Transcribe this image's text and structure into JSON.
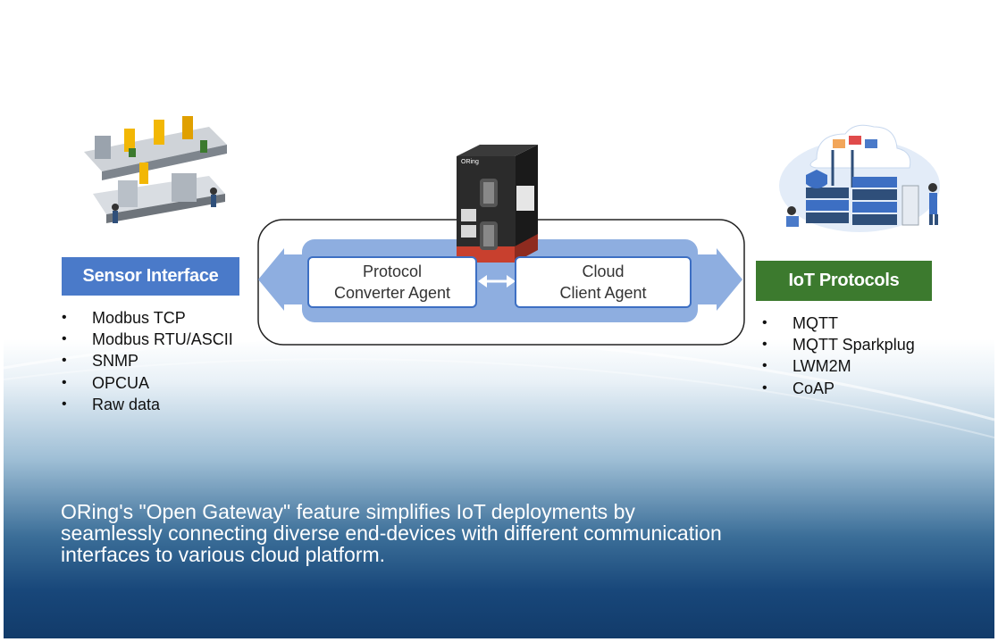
{
  "sensor_interface": {
    "title": "Sensor Interface",
    "items": [
      "Modbus TCP",
      "Modbus RTU/ASCII",
      "SNMP",
      "OPCUA",
      "Raw data"
    ]
  },
  "iot_protocols": {
    "title": "IoT Protocols",
    "items": [
      "MQTT",
      "MQTT Sparkplug",
      "LWM2M",
      "CoAP"
    ]
  },
  "agents": {
    "protocol_converter": [
      "Protocol",
      "Converter Agent"
    ],
    "cloud_client": [
      "Cloud",
      "Client Agent"
    ]
  },
  "device": {
    "brand_label": "ORing"
  },
  "caption": {
    "lines": [
      "ORing's \"Open Gateway\" feature simplifies IoT deployments by",
      "seamlessly connecting diverse end-devices with different communication",
      "interfaces to various cloud platform."
    ]
  },
  "colors": {
    "sensor_box": "#4a7ac9",
    "iot_box": "#3c7a2e",
    "flow_band": "#8eaee0",
    "agent_border": "#3d6fc3",
    "background_dark": "#123b6a"
  },
  "icons": [
    "factory-production-line-illustration",
    "industrial-gateway-device",
    "cloud-servers-illustration",
    "double-arrow-icon"
  ]
}
